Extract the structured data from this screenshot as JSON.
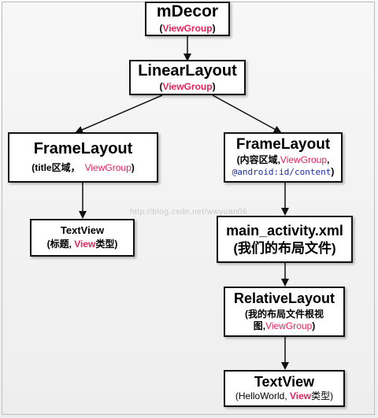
{
  "nodes": {
    "mdecor": {
      "title": "mDecor",
      "sub_paren_open": "(",
      "sub_red": "ViewGroup",
      "sub_paren_close": ")"
    },
    "linear": {
      "title": "LinearLayout",
      "sub_paren_open": "(",
      "sub_red": "ViewGroup",
      "sub_paren_close": ")"
    },
    "frame_title": {
      "title": "FrameLayout",
      "sub_prefix": "(title区域，",
      "sub_red": "ViewGroup",
      "sub_suffix": ")"
    },
    "frame_content": {
      "title": "FrameLayout",
      "sub_prefix": "(内容区域,",
      "sub_red": "ViewGroup",
      "sub_mid": ",",
      "sub_blue": "@android:id/content",
      "sub_suffix": ")"
    },
    "textview_title": {
      "title": "TextView",
      "sub_prefix": "(标题, ",
      "sub_red": "View",
      "sub_suffix": "类型)"
    },
    "main_activity": {
      "title": "main_activity.xml",
      "sub": "(我们的布局文件)"
    },
    "relative": {
      "title": "RelativeLayout",
      "sub_prefix": "(我的布局文件根视",
      "sub_prefix2": "图,",
      "sub_red": "ViewGroup",
      "sub_suffix": ")"
    },
    "textview_hello": {
      "title": "TextView",
      "sub_prefix": "(HelloWorld, ",
      "sub_red": "View",
      "sub_suffix": "类型)"
    }
  },
  "watermark": "http://blog.csdn.net/wwyuan06",
  "colors": {
    "accent_red": "#e8205c",
    "accent_blue": "#1a2fb0",
    "border": "#111111"
  }
}
